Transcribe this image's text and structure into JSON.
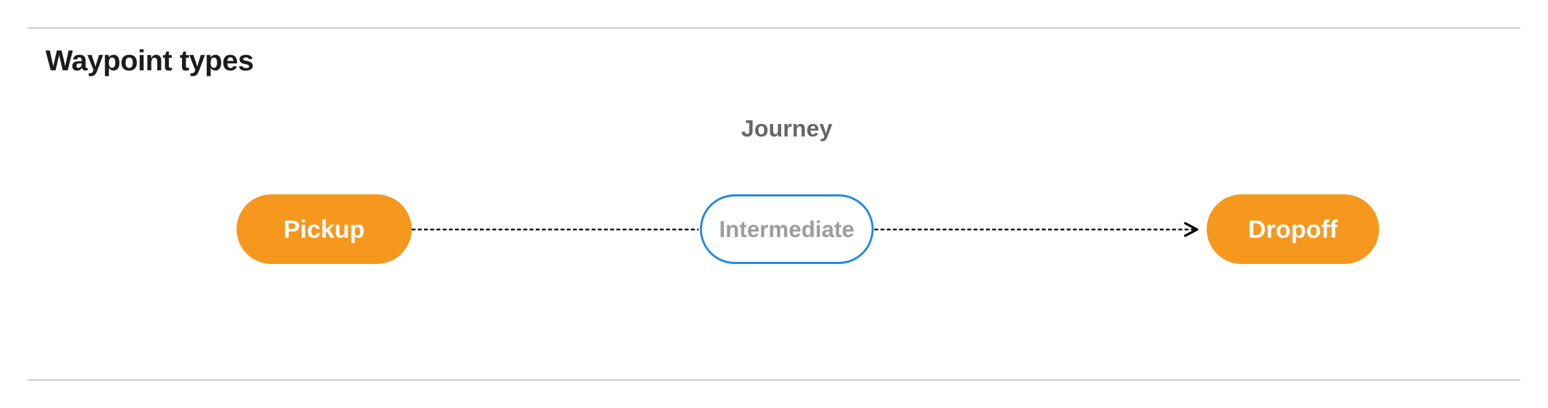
{
  "section": {
    "title": "Waypoint types"
  },
  "diagram": {
    "title": "Journey",
    "nodes": [
      {
        "id": "pickup",
        "label": "Pickup",
        "type": "terminal"
      },
      {
        "id": "intermediate",
        "label": "Intermediate",
        "type": "intermediate"
      },
      {
        "id": "dropoff",
        "label": "Dropoff",
        "type": "terminal"
      }
    ],
    "edges": [
      {
        "from": "pickup",
        "to": "intermediate",
        "style": "dashed",
        "arrowhead": false
      },
      {
        "from": "intermediate",
        "to": "dropoff",
        "style": "dashed",
        "arrowhead": true
      }
    ],
    "colors": {
      "terminal_fill": "#F6981E",
      "terminal_text": "#FFFFFF",
      "intermediate_border": "#1E88E5",
      "intermediate_text": "#9E9E9E",
      "edge": "#000000",
      "diagram_title_text": "#666666",
      "heading_text": "#1C1C1C",
      "divider": "#D9D9D9",
      "canvas_bg": "#FFFFFF"
    }
  }
}
